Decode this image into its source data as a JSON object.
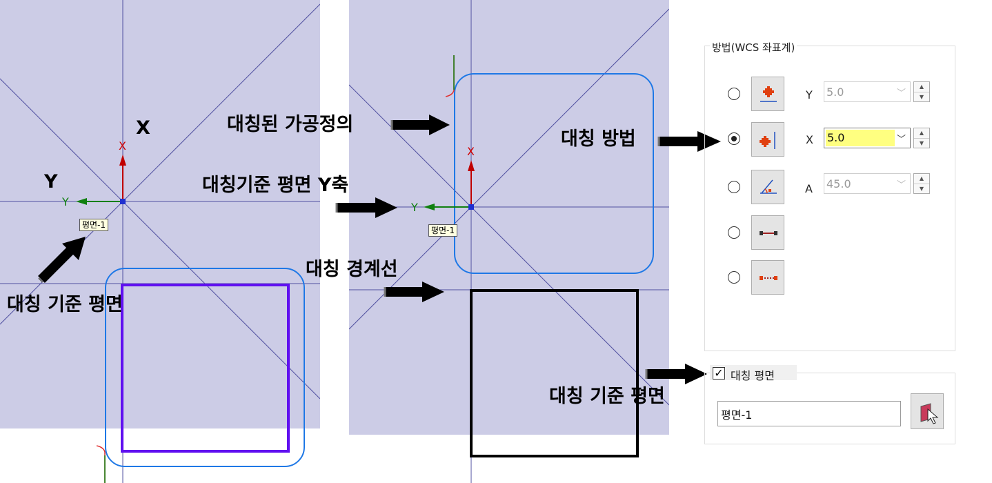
{
  "left_viewport": {
    "x_axis_label": "X",
    "y_axis_label": "Y",
    "big_x_label": "X",
    "big_y_label": "Y",
    "plane_tag": "평면-1",
    "annotation_symmetry_plane": "대칭 기준 평면"
  },
  "right_viewport": {
    "x_axis_label": "X",
    "y_axis_label": "Y",
    "plane_tag": "평면-1",
    "annotation_symmetric_toolpath": "대칭된 가공정의",
    "annotation_plane_y_axis": "대칭기준 평면 Y축",
    "annotation_symmetry_boundary": "대칭 경계선",
    "annotation_symmetry_method": "대칭 방법",
    "annotation_symmetry_plane": "대칭 기준 평면"
  },
  "method_group": {
    "title": "방법(WCS 좌표계)",
    "rows": [
      {
        "label": "Y",
        "value": "5.0",
        "selected": false
      },
      {
        "label": "X",
        "value": "5.0",
        "selected": true
      },
      {
        "label": "A",
        "value": "45.0",
        "selected": false
      },
      {
        "label": "",
        "value": "",
        "selected": false
      },
      {
        "label": "",
        "value": "",
        "selected": false
      }
    ],
    "icons": [
      "mirror-y-icon",
      "mirror-x-icon",
      "mirror-angle-icon",
      "mirror-line-icon",
      "mirror-dashed-line-icon"
    ]
  },
  "plane_group": {
    "checkbox_label": "대칭 평면",
    "checked": true,
    "plane_value": "평면-1"
  },
  "colors": {
    "viewport_bg": "#cccce6",
    "grid_line": "#5050a0",
    "x_axis": "#d00000",
    "y_axis": "#108010",
    "rect_purple": "#6010f0",
    "boundary_blue": "#1e78e6",
    "highlight": "#ffff80"
  }
}
